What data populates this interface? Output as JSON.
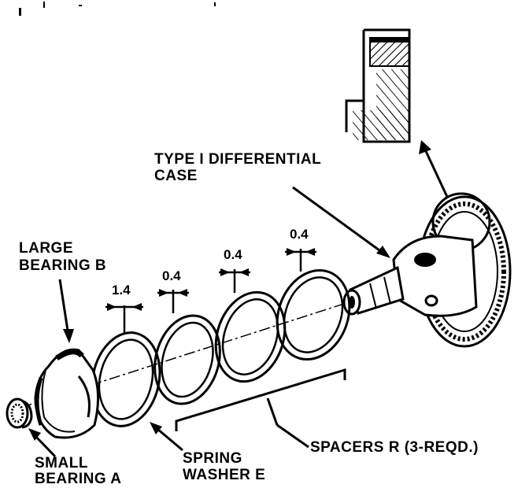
{
  "labels": {
    "case_line1": "TYPE I DIFFERENTIAL",
    "case_line2": "CASE",
    "large_bearing_line1": "LARGE",
    "large_bearing_line2": "BEARING B",
    "small_bearing_line1": "SMALL",
    "small_bearing_line2": "BEARING A",
    "spring_washer_line1": "SPRING",
    "spring_washer_line2": "WASHER E",
    "spacers": "SPACERS R (3-REQD.)"
  },
  "dimensions": {
    "spring_washer": "1.4",
    "spacer_1": "0.4",
    "spacer_2": "0.4",
    "spacer_3": "0.4"
  },
  "colors": {
    "ink": "#000000",
    "paper": "#ffffff"
  }
}
